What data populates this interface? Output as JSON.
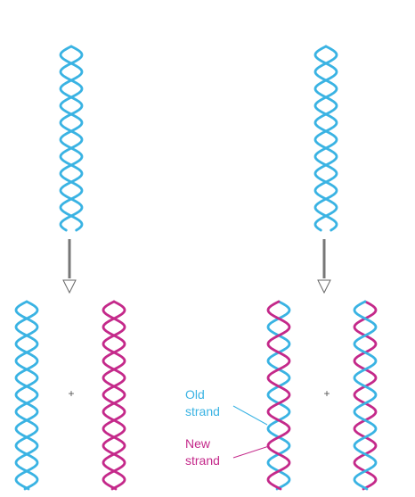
{
  "colors": {
    "old_strand": "#3ab3e3",
    "new_strand": "#c4298a",
    "arrow": "#777777",
    "plus": "#555555"
  },
  "plus_sign": "+",
  "labels": {
    "old_strand_line1": "Old",
    "old_strand_line2": "strand",
    "new_strand_line1": "New",
    "new_strand_line2": "strand"
  }
}
